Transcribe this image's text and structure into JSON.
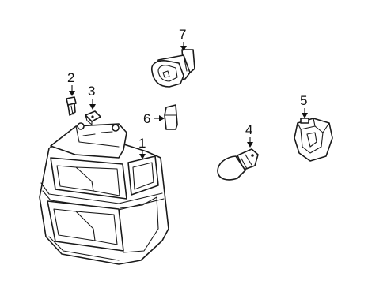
{
  "callouts": [
    {
      "id": "1",
      "text": "1",
      "part": "headlamp-assembly"
    },
    {
      "id": "2",
      "text": "2",
      "part": "bolt"
    },
    {
      "id": "3",
      "text": "3",
      "part": "clip-nut"
    },
    {
      "id": "4",
      "text": "4",
      "part": "bulb"
    },
    {
      "id": "5",
      "text": "5",
      "part": "bulb-socket"
    },
    {
      "id": "6",
      "text": "6",
      "part": "small-bulb"
    },
    {
      "id": "7",
      "text": "7",
      "part": "socket"
    }
  ]
}
